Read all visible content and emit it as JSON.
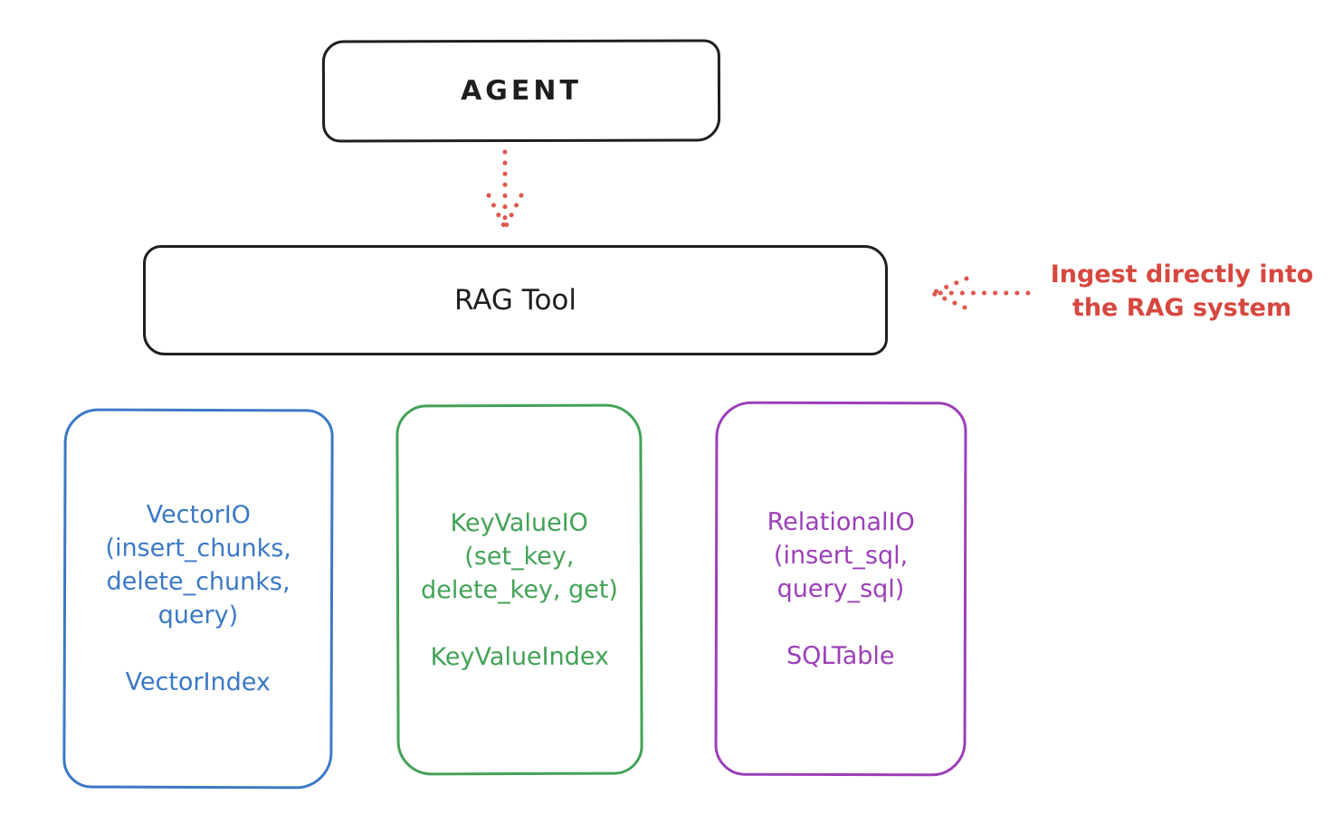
{
  "agent": {
    "label": "AGENT"
  },
  "rag_tool": {
    "label": "RAG Tool"
  },
  "annotation": {
    "line1": "Ingest directly into",
    "line2": "the RAG system"
  },
  "arrows": {
    "agent_to_rag": "dotted-down-arrow",
    "ingest_to_rag": "dotted-left-arrow"
  },
  "modules": [
    {
      "id": "vector-io",
      "color": "#3b79c6",
      "lines": [
        "VectorIO",
        "(insert_chunks,",
        "delete_chunks,",
        "query)"
      ],
      "index_label": "VectorIndex"
    },
    {
      "id": "keyvalue-io",
      "color": "#43a257",
      "lines": [
        "KeyValueIO",
        "(set_key,",
        "delete_key, get)"
      ],
      "index_label": "KeyValueIndex"
    },
    {
      "id": "relational-io",
      "color": "#9c3fb8",
      "lines": [
        "RelationalIO",
        "(insert_sql,",
        "query_sql)"
      ],
      "index_label": "SQLTable"
    }
  ],
  "colors": {
    "stroke": "#1e1e1e",
    "accent_red": "#d6483f",
    "blue": "#3b79c6",
    "green": "#43a257",
    "purple": "#9c3fb8",
    "background": "#ffffff"
  }
}
